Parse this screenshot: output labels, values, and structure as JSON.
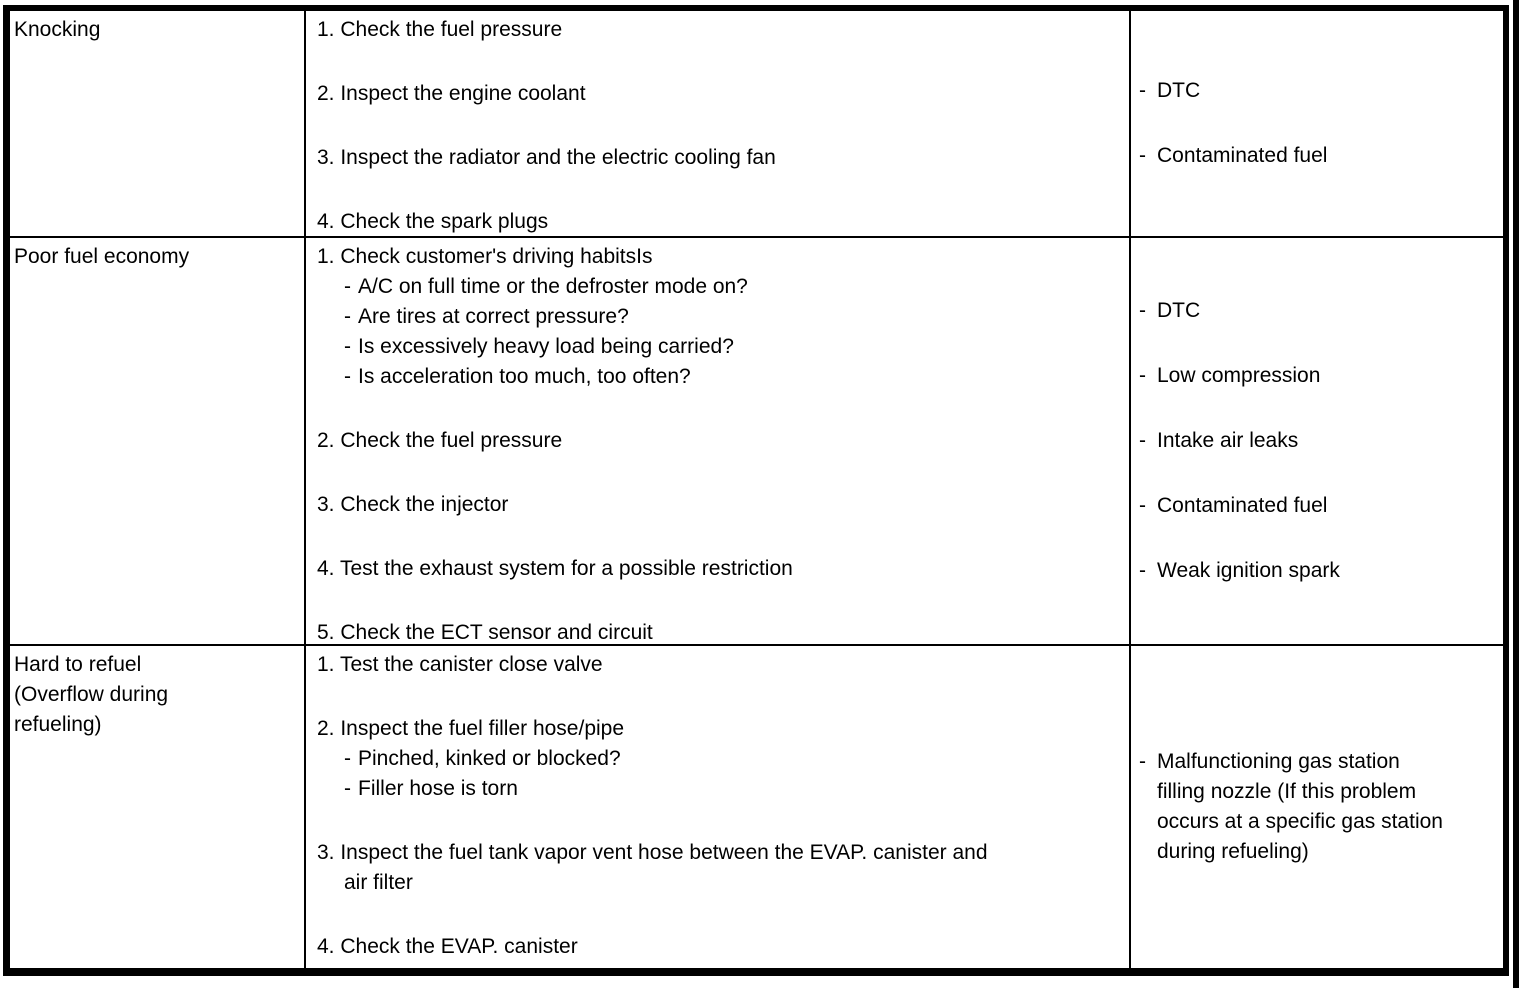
{
  "colors": {
    "ink": "#000000",
    "paper": "#ffffff"
  },
  "table": {
    "bullet": "-",
    "rows": [
      {
        "symptom": [
          "Knocking"
        ],
        "procedure": [
          {
            "lines": [
              "1. Check the fuel pressure"
            ],
            "subs": []
          },
          {
            "lines": [
              "2. Inspect the engine coolant"
            ],
            "subs": []
          },
          {
            "lines": [
              "3. Inspect the radiator and the electric cooling fan"
            ],
            "subs": []
          },
          {
            "lines": [
              "4. Check the spark plugs"
            ],
            "subs": []
          }
        ],
        "causes": [
          {
            "lines": [
              "DTC"
            ]
          },
          {
            "lines": [
              "Contaminated fuel"
            ]
          }
        ]
      },
      {
        "symptom": [
          "Poor fuel economy"
        ],
        "procedure": [
          {
            "lines": [
              "1. Check customer's driving habitsIs"
            ],
            "subs": [
              "A/C on full time or the defroster mode on?",
              "Are tires at correct pressure?",
              "Is excessively heavy load being carried?",
              "Is acceleration too much, too often?"
            ]
          },
          {
            "lines": [
              "2. Check the fuel pressure"
            ],
            "subs": []
          },
          {
            "lines": [
              "3. Check the injector"
            ],
            "subs": []
          },
          {
            "lines": [
              "4. Test the exhaust system for a possible restriction"
            ],
            "subs": []
          },
          {
            "lines": [
              "5. Check the ECT sensor and circuit"
            ],
            "subs": []
          }
        ],
        "causes": [
          {
            "lines": [
              "DTC"
            ]
          },
          {
            "lines": [
              "Low compression"
            ]
          },
          {
            "lines": [
              "Intake air leaks"
            ]
          },
          {
            "lines": [
              "Contaminated fuel"
            ]
          },
          {
            "lines": [
              "Weak ignition spark"
            ]
          }
        ]
      },
      {
        "symptom": [
          "Hard to refuel",
          "(Overflow during",
          "refueling)"
        ],
        "procedure": [
          {
            "lines": [
              "1. Test the canister close valve"
            ],
            "subs": []
          },
          {
            "lines": [
              "2. Inspect the fuel filler hose/pipe"
            ],
            "subs": [
              "Pinched, kinked or blocked?",
              "Filler hose is torn"
            ]
          },
          {
            "lines": [
              "3. Inspect the fuel tank vapor vent hose between the EVAP. canister and",
              "air filter"
            ],
            "subs": []
          },
          {
            "lines": [
              "4. Check the EVAP. canister"
            ],
            "subs": []
          }
        ],
        "causes": [
          {
            "lines": [
              "Malfunctioning gas station",
              "filling nozzle (If this problem",
              "occurs at a specific gas station",
              "during refueling)"
            ]
          }
        ]
      }
    ]
  }
}
